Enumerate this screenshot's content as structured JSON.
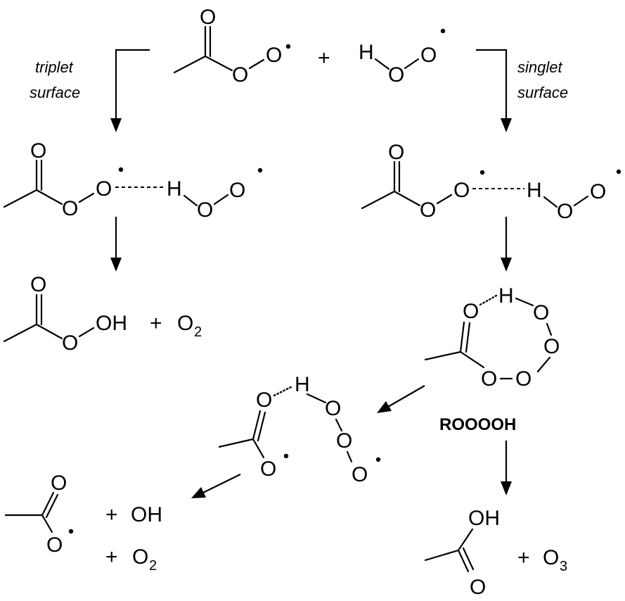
{
  "labels": {
    "triplet_1": "triplet",
    "triplet_2": "surface",
    "singlet_1": "singlet",
    "singlet_2": "surface",
    "roooooh": "ROOOOH"
  },
  "atoms": {
    "O": "O",
    "H": "H",
    "OH": "OH",
    "plus": "+",
    "two": "2",
    "three": "3"
  }
}
